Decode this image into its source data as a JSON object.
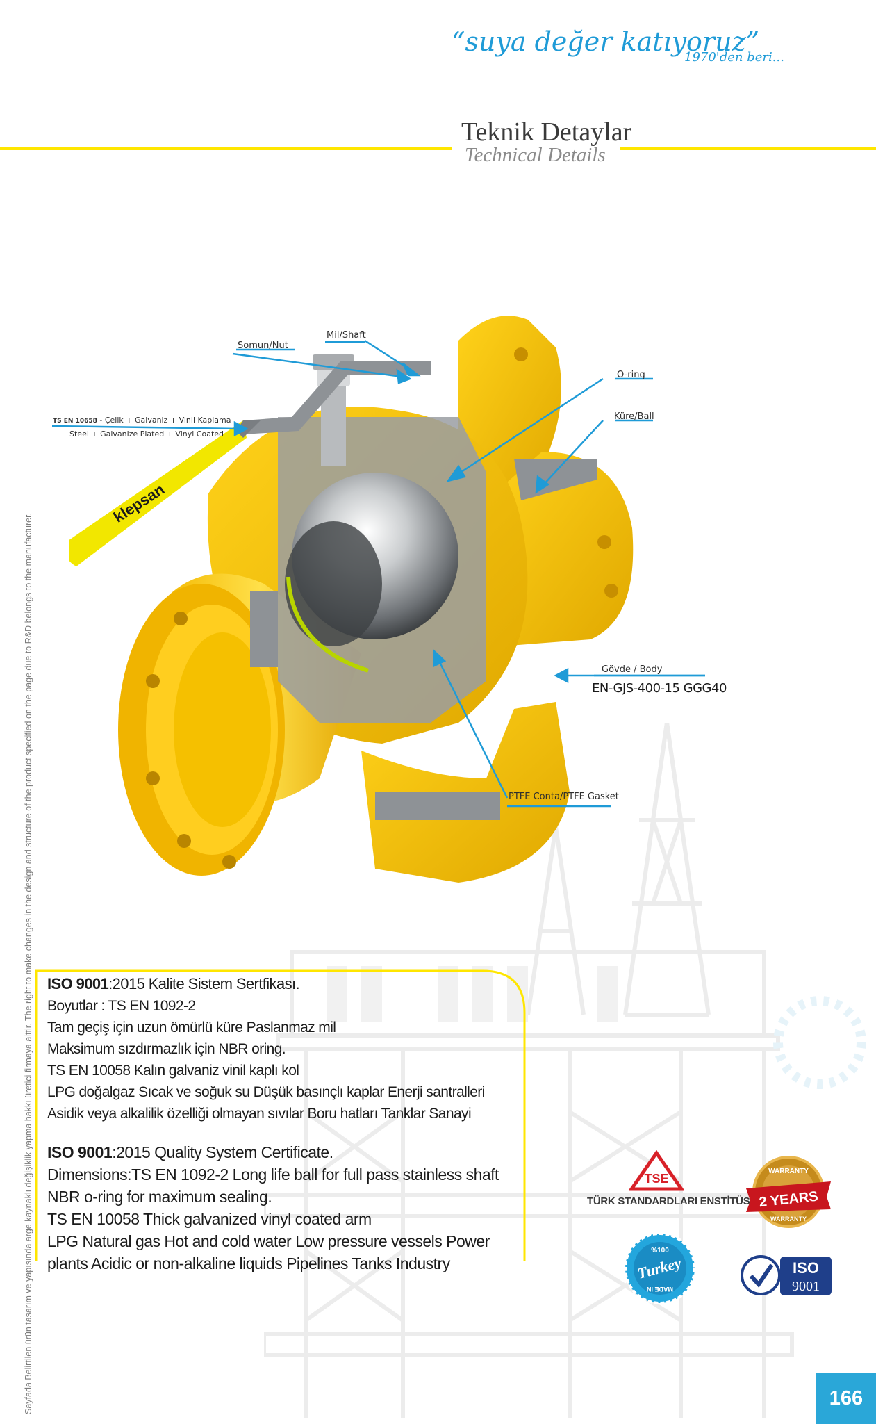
{
  "header": {
    "slogan": "“suya değer katıyoruz”",
    "since": "1970'den beri..."
  },
  "section": {
    "title_tr": "Teknik Detaylar",
    "title_en": "Technical Details"
  },
  "side_note": "Sayfada Belirtilen ürün tasarım ve yapısında arge kaynaklı değişiklik yapma hakkı üretici firmaya aittir. The right to make changes in the design and structure of the product specified on the page due to R&D belongs to the manufacturer.",
  "diagram": {
    "brand": "klepsan",
    "callouts": {
      "nut": "Somun/Nut",
      "shaft": "Mil/Shaft",
      "oring": "O-ring",
      "ball": "Küre/Ball",
      "handle_std": "TS EN 10658",
      "handle_tr": " - Çelik + Galvaniz + Vinil Kaplama",
      "handle_en": "Steel + Galvanize Plated + Vinyl Coated",
      "body": "Gövde / Body",
      "body_spec": "EN-GJS-400-15 GGG40",
      "gasket": "PTFE Conta/PTFE Gasket"
    }
  },
  "specs_tr": {
    "iso_bold": "ISO 9001",
    "iso_rest": ":2015  Kalite Sistem Sertfikası.",
    "lines": [
      "Boyutlar : TS EN 1092-2",
      "Tam geçiş için uzun ömürlü küre Paslanmaz mil",
      "Maksimum sızdırmazlık için NBR oring.",
      "TS EN 10058 Kalın galvaniz vinil kaplı kol",
      "LPG doğalgaz Sıcak ve soğuk su Düşük basınçlı kaplar Enerji santralleri",
      "Asidik veya alkalilik özelliği olmayan sıvılar Boru hatları Tanklar Sanayi"
    ]
  },
  "specs_en": {
    "iso_bold": "ISO 9001",
    "iso_rest": ":2015 Quality System Certificate.",
    "lines": [
      "Dimensions:TS EN 1092-2 Long life ball for full pass stainless shaft",
      "NBR o-ring for maximum sealing.",
      "TS EN 10058 Thick galvanized vinyl coated arm",
      "LPG Natural gas Hot and cold water Low pressure vessels Power",
      "plants Acidic or non-alkaline liquids Pipelines Tanks Industry"
    ]
  },
  "badges": {
    "tse_logo": "TSE",
    "tse_label": "TÜRK STANDARDLARI ENSTİTÜSÜ",
    "warranty_top": "WARRANTY",
    "warranty_main": "2 YEARS",
    "warranty_bottom": "WARRANTY",
    "turkey_top": "%100",
    "turkey_main": "Turkey",
    "turkey_bottom": "MADE IN",
    "iso_top": "ISO",
    "iso_bottom": "9001"
  },
  "page_number": "166",
  "colors": {
    "accent_blue": "#1f9bd7",
    "yellow": "#ffe600",
    "valve_yellow": "#f5c400",
    "steel_grey": "#8e9296"
  }
}
